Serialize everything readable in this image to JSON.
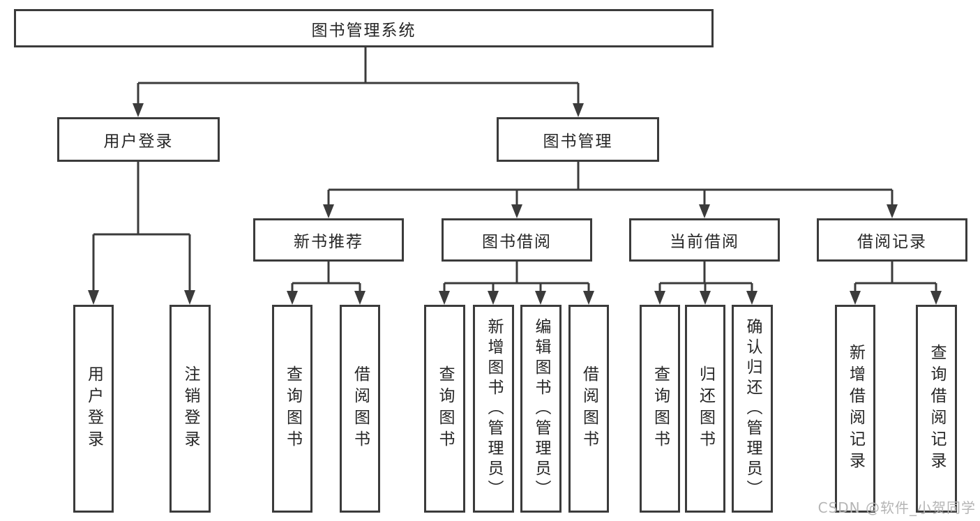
{
  "diagram": {
    "root": {
      "label": "图书管理系统"
    },
    "branches": [
      {
        "label": "用户登录",
        "children": [
          {
            "label": "用户登录"
          },
          {
            "label": "注销登录"
          }
        ]
      },
      {
        "label": "图书管理",
        "children": [
          {
            "label": "新书推荐",
            "children": [
              {
                "label": "查询图书"
              },
              {
                "label": "借阅图书"
              }
            ]
          },
          {
            "label": "图书借阅",
            "children": [
              {
                "label": "查询图书"
              },
              {
                "label": "新增图书（管理员）"
              },
              {
                "label": "编辑图书（管理员）"
              },
              {
                "label": "借阅图书"
              }
            ]
          },
          {
            "label": "当前借阅",
            "children": [
              {
                "label": "查询图书"
              },
              {
                "label": "归还图书"
              },
              {
                "label": "确认归还（管理员）"
              }
            ]
          },
          {
            "label": "借阅记录",
            "children": [
              {
                "label": "新增借阅记录"
              },
              {
                "label": "查询借阅记录"
              }
            ]
          }
        ]
      }
    ]
  },
  "watermark": {
    "text": "CSDN @软件_小贺同学"
  },
  "colors": {
    "line": "#3b3b3b",
    "box_border": "#3b3b3b",
    "text": "#262626",
    "background": "#ffffff",
    "watermark": "#b5b5b5"
  }
}
